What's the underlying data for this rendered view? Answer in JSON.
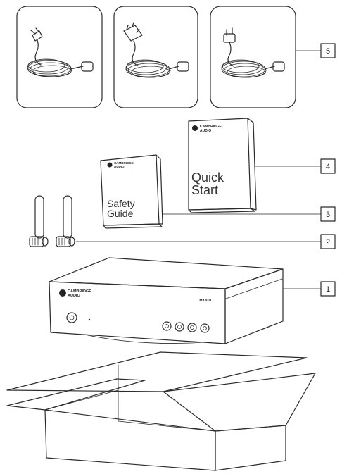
{
  "callouts": [
    {
      "id": "1",
      "label": "1"
    },
    {
      "id": "2",
      "label": "2"
    },
    {
      "id": "3",
      "label": "3"
    },
    {
      "id": "4",
      "label": "4"
    },
    {
      "id": "5",
      "label": "5"
    }
  ],
  "safety_guide": {
    "brand_line1": "CAMBRIDGE",
    "brand_line2": "AUDIO",
    "title_line1": "Safety",
    "title_line2": "Guide"
  },
  "quick_start": {
    "brand_line1": "CAMBRIDGE",
    "brand_line2": "AUDIO",
    "title_line1": "Quick",
    "title_line2": "Start"
  },
  "device": {
    "brand_line1": "CAMBRIDGE",
    "brand_line2": "AUDIO",
    "model": "MXN10"
  },
  "power_cords": [
    {
      "plug": "euro-plug-icon"
    },
    {
      "plug": "uk-plug-icon"
    },
    {
      "plug": "us-plug-icon"
    }
  ]
}
